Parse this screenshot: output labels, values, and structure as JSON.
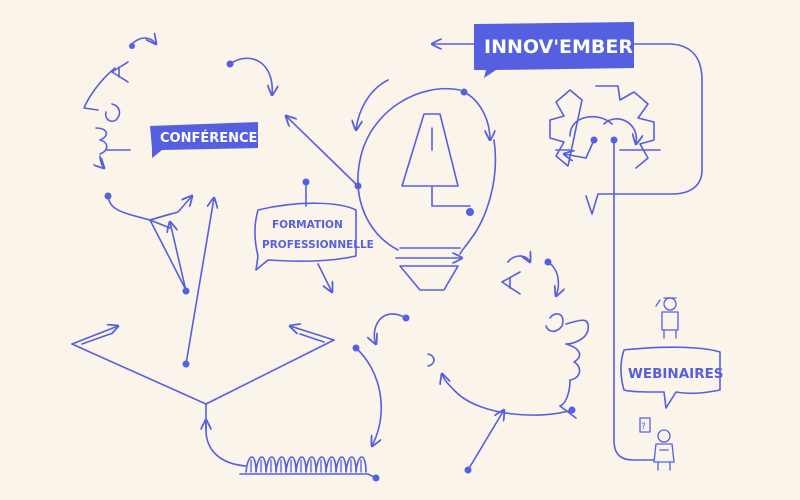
{
  "labels": {
    "innovember": "INNOV'EMBER",
    "conference": "CONFÉRENCE",
    "formation_line1": "FORMATION",
    "formation_line2": "PROFESSIONNELLE",
    "webinaires": "WEBINAIRES"
  },
  "colors": {
    "background": "#faf4ea",
    "accent": "#5560e0",
    "label_text_on_accent": "#ffffff"
  }
}
